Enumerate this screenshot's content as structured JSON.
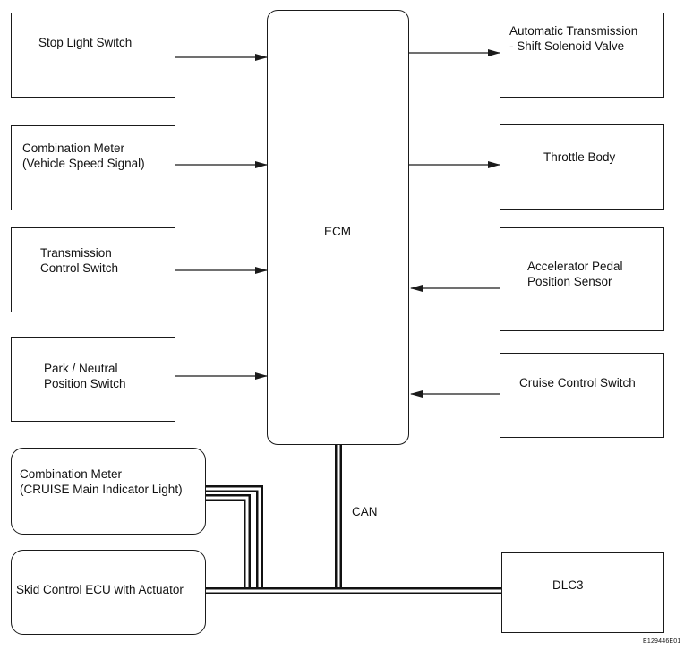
{
  "left_inputs": [
    {
      "id": "stop-light-switch",
      "label": "Stop Light Switch"
    },
    {
      "id": "combination-meter-speed",
      "label": "Combination Meter\n(Vehicle Speed Signal)"
    },
    {
      "id": "transmission-control-switch",
      "label": "Transmission\nControl Switch"
    },
    {
      "id": "park-neutral-position-switch",
      "label": "Park / Neutral\nPosition Switch"
    }
  ],
  "ecm": {
    "label": "ECM"
  },
  "right_outputs": [
    {
      "id": "automatic-transmission",
      "label": "Automatic Transmission\n- Shift Solenoid Valve"
    },
    {
      "id": "throttle-body",
      "label": "Throttle Body"
    }
  ],
  "right_inputs": [
    {
      "id": "accelerator-pedal-position-sensor",
      "label": "Accelerator Pedal\nPosition Sensor"
    },
    {
      "id": "cruise-control-switch",
      "label": "Cruise Control Switch"
    }
  ],
  "can_nodes": [
    {
      "id": "combination-meter-cruise",
      "label": "Combination Meter\n(CRUISE Main Indicator Light)"
    },
    {
      "id": "skid-control-ecu",
      "label": "Skid Control ECU with Actuator"
    },
    {
      "id": "dlc3",
      "label": "DLC3"
    }
  ],
  "bus_label": "CAN",
  "figure_ref": "E129446E01"
}
